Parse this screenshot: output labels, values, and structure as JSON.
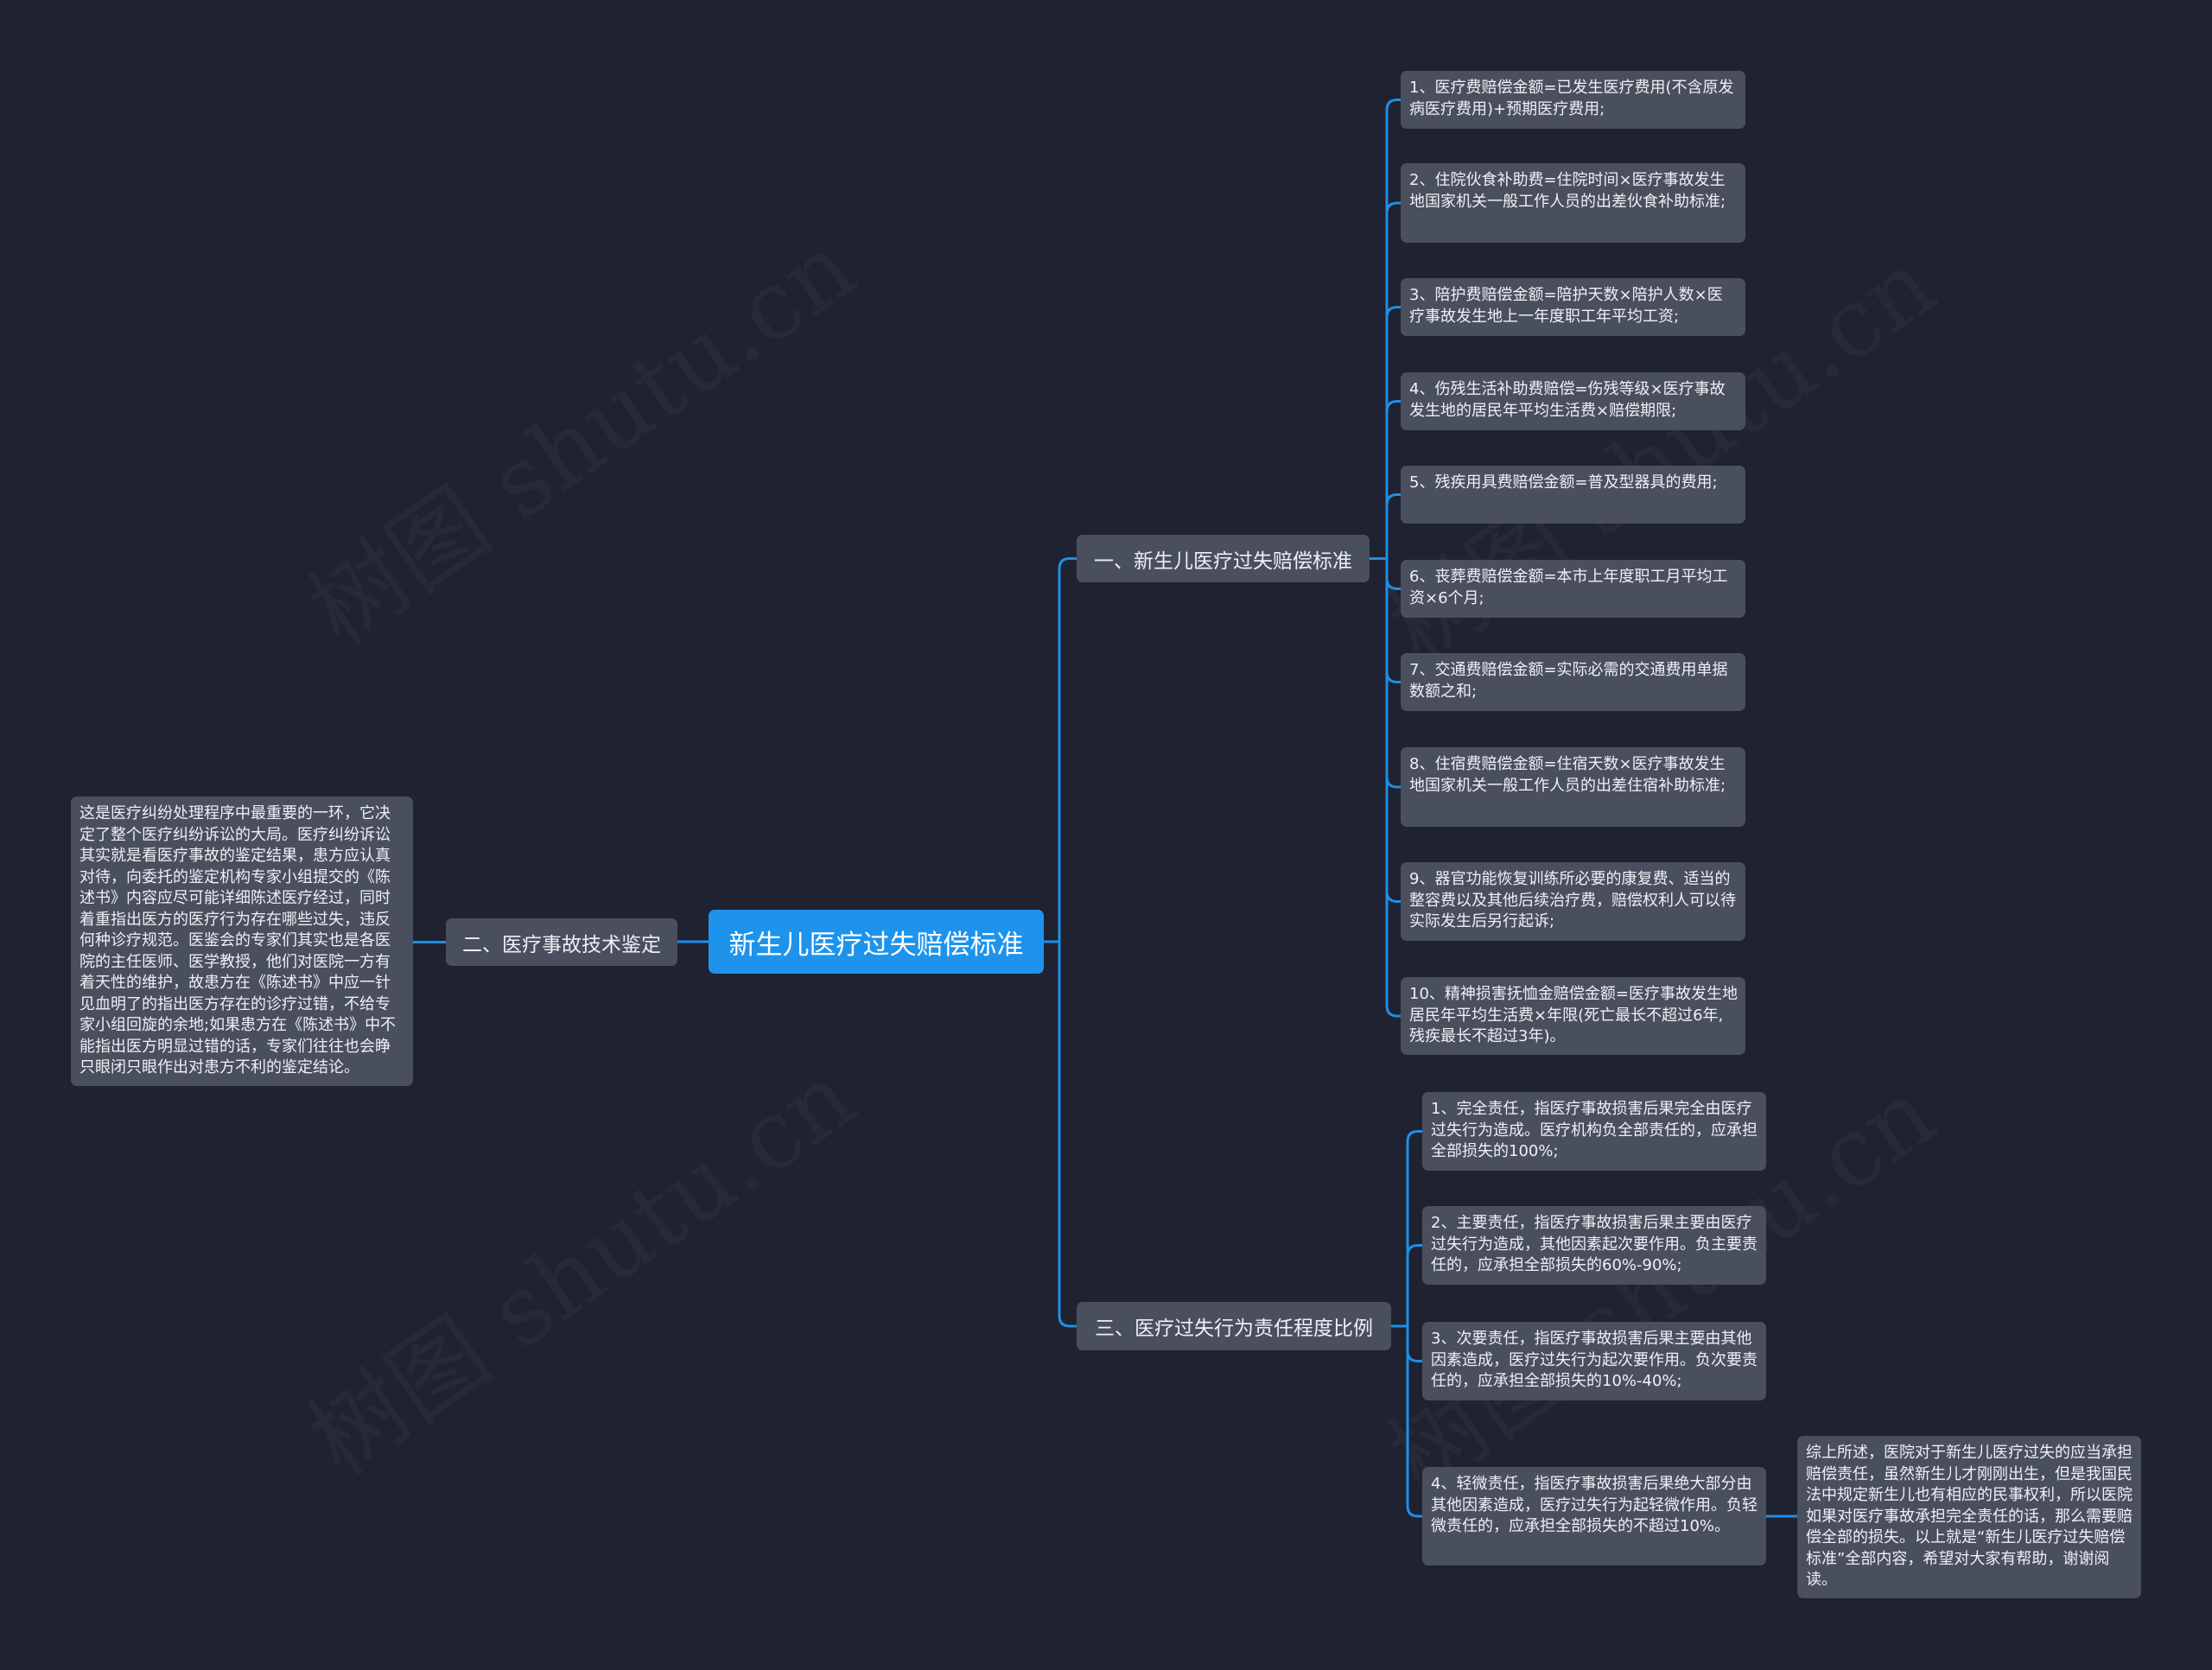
{
  "watermark": "树图 shutu.cn",
  "colors": {
    "background": "#1f2230",
    "node": "#4a4f5e",
    "center": "#1e93ec",
    "link": "#1e8fe6"
  },
  "center": {
    "label": "新生儿医疗过失赔偿标准"
  },
  "branch1": {
    "label": "一、新生儿医疗过失赔偿标准",
    "items": [
      "1、医疗费赔偿金额=已发生医疗费用(不含原发病医疗费用)+预期医疗费用;",
      "2、住院伙食补助费=住院时间×医疗事故发生地国家机关一般工作人员的出差伙食补助标准;",
      "3、陪护费赔偿金额=陪护天数×陪护人数×医疗事故发生地上一年度职工年平均工资;",
      "4、伤残生活补助费赔偿=伤残等级×医疗事故发生地的居民年平均生活费×赔偿期限;",
      "5、残疾用具费赔偿金额=普及型器具的费用;",
      "6、丧葬费赔偿金额=本市上年度职工月平均工资×6个月;",
      "7、交通费赔偿金额=实际必需的交通费用单据数额之和;",
      "8、住宿费赔偿金额=住宿天数×医疗事故发生地国家机关一般工作人员的出差住宿补助标准;",
      "9、器官功能恢复训练所必要的康复费、适当的整容费以及其他后续治疗费，赔偿权利人可以待实际发生后另行起诉;",
      "10、精神损害抚恤金赔偿金额=医疗事故发生地居民年平均生活费×年限(死亡最长不超过6年,残疾最长不超过3年)。"
    ]
  },
  "branch2": {
    "label": "二、医疗事故技术鉴定",
    "detail": "这是医疗纠纷处理程序中最重要的一环，它决定了整个医疗纠纷诉讼的大局。医疗纠纷诉讼其实就是看医疗事故的鉴定结果，患方应认真对待，向委托的鉴定机构专家小组提交的《陈述书》内容应尽可能详细陈述医疗经过，同时着重指出医方的医疗行为存在哪些过失，违反何种诊疗规范。医鉴会的专家们其实也是各医院的主任医师、医学教授，他们对医院一方有着天性的维护，故患方在《陈述书》中应一针见血明了的指出医方存在的诊疗过错，不给专家小组回旋的余地;如果患方在《陈述书》中不能指出医方明显过错的话，专家们往往也会睁只眼闭只眼作出对患方不利的鉴定结论。"
  },
  "branch3": {
    "label": "三、医疗过失行为责任程度比例",
    "items": [
      "1、完全责任，指医疗事故损害后果完全由医疗过失行为造成。医疗机构负全部责任的，应承担全部损失的100%;",
      "2、主要责任，指医疗事故损害后果主要由医疗过失行为造成，其他因素起次要作用。负主要责任的，应承担全部损失的60%-90%;",
      "3、次要责任，指医疗事故损害后果主要由其他因素造成，医疗过失行为起次要作用。负次要责任的，应承担全部损失的10%-40%;",
      "4、轻微责任，指医疗事故损害后果绝大部分由其他因素造成，医疗过失行为起轻微作用。负轻微责任的，应承担全部损失的不超过10%。"
    ],
    "summary": "综上所述，医院对于新生儿医疗过失的应当承担赔偿责任，虽然新生儿才刚刚出生，但是我国民法中规定新生儿也有相应的民事权利，所以医院如果对医疗事故承担完全责任的话，那么需要赔偿全部的损失。以上就是“新生儿医疗过失赔偿标准”全部内容，希望对大家有帮助，谢谢阅读。"
  }
}
